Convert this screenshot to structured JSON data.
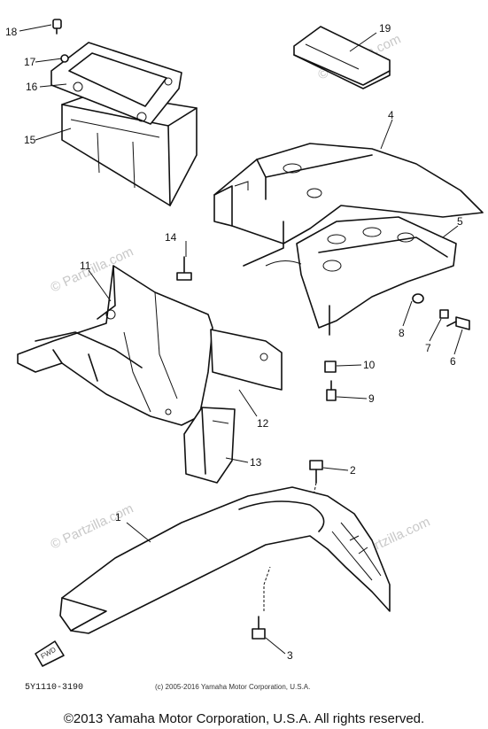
{
  "callouts": {
    "c1": "1",
    "c2": "2",
    "c3": "3",
    "c4": "4",
    "c5": "5",
    "c6": "6",
    "c7": "7",
    "c8": "8",
    "c9": "9",
    "c10": "10",
    "c11": "11",
    "c12": "12",
    "c13": "13",
    "c14": "14",
    "c15": "15",
    "c16": "16",
    "c17": "17",
    "c18": "18",
    "c19": "19"
  },
  "fwd_tag": "FWD",
  "part_code": "5Y1110-3190",
  "diagram_copyright": "(c) 2005-2016 Yamaha Motor Corporation, U.S.A.",
  "watermark": "© Partzilla.com",
  "footer_copyright": "©2013 Yamaha Motor Corporation, U.S.A. All rights reserved."
}
